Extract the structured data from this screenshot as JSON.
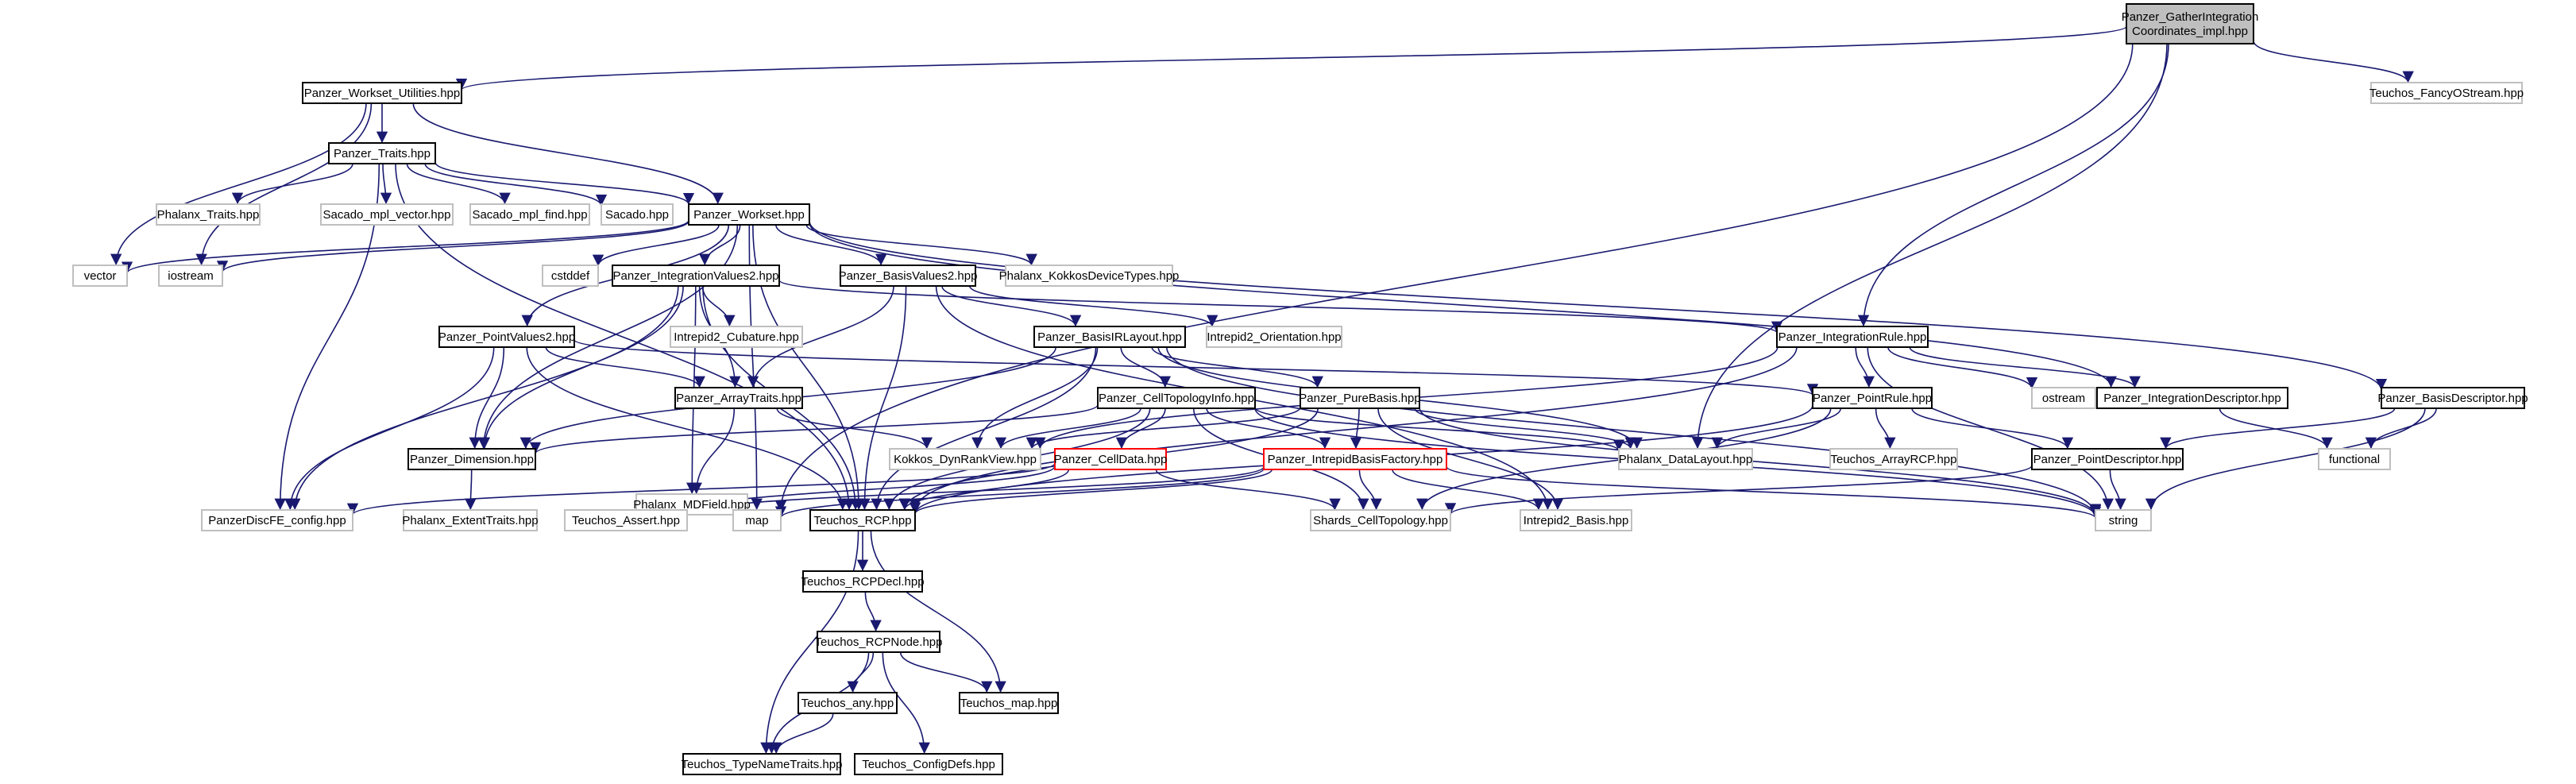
{
  "graph": {
    "type": "include-dependency-graph",
    "colors": {
      "edge": "#191970",
      "documented_border": "#000000",
      "external_border": "#bfbfbf",
      "truncated_border": "#ff0000",
      "root_fill": "#bfbfbf"
    },
    "nodes": {
      "root": {
        "lines": [
          "Panzer_GatherIntegration",
          "Coordinates_impl.hpp"
        ],
        "kind": "root"
      },
      "workset_util": {
        "lines": [
          "Panzer_Workset_Utilities.hpp"
        ],
        "kind": "doc"
      },
      "fancy": {
        "lines": [
          "Teuchos_FancyOStream.hpp"
        ],
        "kind": "ext"
      },
      "traits": {
        "lines": [
          "Panzer_Traits.hpp"
        ],
        "kind": "doc"
      },
      "phalanx_traits": {
        "lines": [
          "Phalanx_Traits.hpp"
        ],
        "kind": "ext"
      },
      "sacado_vec": {
        "lines": [
          "Sacado_mpl_vector.hpp"
        ],
        "kind": "ext"
      },
      "sacado_find": {
        "lines": [
          "Sacado_mpl_find.hpp"
        ],
        "kind": "ext"
      },
      "sacado": {
        "lines": [
          "Sacado.hpp"
        ],
        "kind": "ext"
      },
      "workset": {
        "lines": [
          "Panzer_Workset.hpp"
        ],
        "kind": "doc"
      },
      "vector": {
        "lines": [
          "vector"
        ],
        "kind": "ext"
      },
      "iostream": {
        "lines": [
          "iostream"
        ],
        "kind": "ext"
      },
      "cstddef": {
        "lines": [
          "cstddef"
        ],
        "kind": "ext"
      },
      "intval2": {
        "lines": [
          "Panzer_IntegrationValues2.hpp"
        ],
        "kind": "doc"
      },
      "basisval2": {
        "lines": [
          "Panzer_BasisValues2.hpp"
        ],
        "kind": "doc"
      },
      "kokkos_dev": {
        "lines": [
          "Phalanx_KokkosDeviceTypes.hpp"
        ],
        "kind": "ext"
      },
      "cubature": {
        "lines": [
          "Intrepid2_Cubature.hpp"
        ],
        "kind": "ext"
      },
      "basisir": {
        "lines": [
          "Panzer_BasisIRLayout.hpp"
        ],
        "kind": "doc"
      },
      "orientation": {
        "lines": [
          "Intrepid2_Orientation.hpp"
        ],
        "kind": "ext"
      },
      "intrule": {
        "lines": [
          "Panzer_IntegrationRule.hpp"
        ],
        "kind": "doc"
      },
      "pointval2": {
        "lines": [
          "Panzer_PointValues2.hpp"
        ],
        "kind": "doc"
      },
      "arraytraits": {
        "lines": [
          "Panzer_ArrayTraits.hpp"
        ],
        "kind": "doc"
      },
      "celltopo": {
        "lines": [
          "Panzer_CellTopologyInfo.hpp"
        ],
        "kind": "doc"
      },
      "purebasis": {
        "lines": [
          "Panzer_PureBasis.hpp"
        ],
        "kind": "doc"
      },
      "pointrule": {
        "lines": [
          "Panzer_PointRule.hpp"
        ],
        "kind": "doc"
      },
      "ostream": {
        "lines": [
          "ostream"
        ],
        "kind": "ext"
      },
      "intdesc": {
        "lines": [
          "Panzer_IntegrationDescriptor.hpp"
        ],
        "kind": "doc"
      },
      "basisdesc": {
        "lines": [
          "Panzer_BasisDescriptor.hpp"
        ],
        "kind": "doc"
      },
      "dimension": {
        "lines": [
          "Panzer_Dimension.hpp"
        ],
        "kind": "doc"
      },
      "mdfield": {
        "lines": [
          "Phalanx_MDField.hpp"
        ],
        "kind": "ext"
      },
      "kokkos_view": {
        "lines": [
          "Kokkos_DynRankView.hpp"
        ],
        "kind": "ext"
      },
      "celldata": {
        "lines": [
          "Panzer_CellData.hpp"
        ],
        "kind": "trunc"
      },
      "basisfactory": {
        "lines": [
          "Panzer_IntrepidBasisFactory.hpp"
        ],
        "kind": "trunc"
      },
      "datalayout": {
        "lines": [
          "Phalanx_DataLayout.hpp"
        ],
        "kind": "ext"
      },
      "arrayrcp": {
        "lines": [
          "Teuchos_ArrayRCP.hpp"
        ],
        "kind": "ext"
      },
      "pointdesc": {
        "lines": [
          "Panzer_PointDescriptor.hpp"
        ],
        "kind": "doc"
      },
      "functional": {
        "lines": [
          "functional"
        ],
        "kind": "ext"
      },
      "discfe": {
        "lines": [
          "PanzerDiscFE_config.hpp"
        ],
        "kind": "ext"
      },
      "extent": {
        "lines": [
          "Phalanx_ExtentTraits.hpp"
        ],
        "kind": "ext"
      },
      "assert": {
        "lines": [
          "Teuchos_Assert.hpp"
        ],
        "kind": "ext"
      },
      "map": {
        "lines": [
          "map"
        ],
        "kind": "ext"
      },
      "rcp": {
        "lines": [
          "Teuchos_RCP.hpp"
        ],
        "kind": "doc"
      },
      "shards": {
        "lines": [
          "Shards_CellTopology.hpp"
        ],
        "kind": "ext"
      },
      "intbasis": {
        "lines": [
          "Intrepid2_Basis.hpp"
        ],
        "kind": "ext"
      },
      "string": {
        "lines": [
          "string"
        ],
        "kind": "ext"
      },
      "rcpdecl": {
        "lines": [
          "Teuchos_RCPDecl.hpp"
        ],
        "kind": "doc"
      },
      "rcpnode": {
        "lines": [
          "Teuchos_RCPNode.hpp"
        ],
        "kind": "doc"
      },
      "any": {
        "lines": [
          "Teuchos_any.hpp"
        ],
        "kind": "doc"
      },
      "tmap": {
        "lines": [
          "Teuchos_map.hpp"
        ],
        "kind": "doc"
      },
      "typename": {
        "lines": [
          "Teuchos_TypeNameTraits.hpp"
        ],
        "kind": "doc"
      },
      "configdefs": {
        "lines": [
          "Teuchos_ConfigDefs.hpp"
        ],
        "kind": "doc"
      }
    },
    "edges": [
      [
        "root",
        "workset_util"
      ],
      [
        "root",
        "fancy"
      ],
      [
        "root",
        "intrule"
      ],
      [
        "root",
        "map"
      ],
      [
        "root",
        "datalayout"
      ],
      [
        "workset_util",
        "traits"
      ],
      [
        "workset_util",
        "workset"
      ],
      [
        "workset_util",
        "vector"
      ],
      [
        "workset_util",
        "iostream"
      ],
      [
        "traits",
        "phalanx_traits"
      ],
      [
        "traits",
        "sacado_vec"
      ],
      [
        "traits",
        "sacado_find"
      ],
      [
        "traits",
        "sacado"
      ],
      [
        "traits",
        "workset"
      ],
      [
        "traits",
        "discfe"
      ],
      [
        "traits",
        "rcp"
      ],
      [
        "workset",
        "vector"
      ],
      [
        "workset",
        "iostream"
      ],
      [
        "workset",
        "cstddef"
      ],
      [
        "workset",
        "intval2"
      ],
      [
        "workset",
        "basisval2"
      ],
      [
        "workset",
        "kokkos_dev"
      ],
      [
        "workset",
        "pointval2"
      ],
      [
        "workset",
        "dimension"
      ],
      [
        "workset",
        "intdesc"
      ],
      [
        "workset",
        "basisdesc"
      ],
      [
        "workset",
        "map"
      ],
      [
        "workset",
        "rcp"
      ],
      [
        "intval2",
        "cubature"
      ],
      [
        "intval2",
        "arraytraits"
      ],
      [
        "intval2",
        "dimension"
      ],
      [
        "intval2",
        "mdfield"
      ],
      [
        "intval2",
        "intrule"
      ],
      [
        "intval2",
        "discfe"
      ],
      [
        "intval2",
        "rcp"
      ],
      [
        "basisval2",
        "basisir"
      ],
      [
        "basisval2",
        "orientation"
      ],
      [
        "basisval2",
        "arraytraits"
      ],
      [
        "basisval2",
        "rcp"
      ],
      [
        "basisval2",
        "intbasis"
      ],
      [
        "basisir",
        "celltopo"
      ],
      [
        "basisir",
        "purebasis"
      ],
      [
        "basisir",
        "kokkos_view"
      ],
      [
        "basisir",
        "datalayout"
      ],
      [
        "basisir",
        "dimension"
      ],
      [
        "basisir",
        "rcp"
      ],
      [
        "basisir",
        "string"
      ],
      [
        "intrule",
        "pointrule"
      ],
      [
        "intrule",
        "ostream"
      ],
      [
        "intrule",
        "intdesc"
      ],
      [
        "intrule",
        "kokkos_view"
      ],
      [
        "intrule",
        "rcp"
      ],
      [
        "intrule",
        "string"
      ],
      [
        "pointval2",
        "arraytraits"
      ],
      [
        "pointval2",
        "dimension"
      ],
      [
        "pointval2",
        "pointrule"
      ],
      [
        "pointval2",
        "discfe"
      ],
      [
        "pointval2",
        "rcp"
      ],
      [
        "arraytraits",
        "mdfield"
      ],
      [
        "arraytraits",
        "kokkos_view"
      ],
      [
        "celltopo",
        "celldata"
      ],
      [
        "celltopo",
        "basisfactory"
      ],
      [
        "celltopo",
        "kokkos_view"
      ],
      [
        "celltopo",
        "datalayout"
      ],
      [
        "celltopo",
        "dimension"
      ],
      [
        "celltopo",
        "rcp"
      ],
      [
        "celltopo",
        "shards"
      ],
      [
        "celltopo",
        "string"
      ],
      [
        "purebasis",
        "basisfactory"
      ],
      [
        "purebasis",
        "datalayout"
      ],
      [
        "purebasis",
        "kokkos_view"
      ],
      [
        "purebasis",
        "intbasis"
      ],
      [
        "purebasis",
        "rcp"
      ],
      [
        "purebasis",
        "string"
      ],
      [
        "pointrule",
        "datalayout"
      ],
      [
        "pointrule",
        "arrayrcp"
      ],
      [
        "pointrule",
        "pointdesc"
      ],
      [
        "pointrule",
        "shards"
      ],
      [
        "pointrule",
        "rcp"
      ],
      [
        "intdesc",
        "functional"
      ],
      [
        "basisdesc",
        "pointdesc"
      ],
      [
        "basisdesc",
        "functional"
      ],
      [
        "basisdesc",
        "string"
      ],
      [
        "dimension",
        "extent"
      ],
      [
        "celldata",
        "discfe"
      ],
      [
        "celldata",
        "assert"
      ],
      [
        "celldata",
        "shards"
      ],
      [
        "celldata",
        "rcp"
      ],
      [
        "basisfactory",
        "map"
      ],
      [
        "basisfactory",
        "assert"
      ],
      [
        "basisfactory",
        "shards"
      ],
      [
        "basisfactory",
        "intbasis"
      ],
      [
        "basisfactory",
        "string"
      ],
      [
        "basisfactory",
        "rcp"
      ],
      [
        "pointdesc",
        "string"
      ],
      [
        "pointdesc",
        "shards"
      ],
      [
        "rcp",
        "rcpdecl"
      ],
      [
        "rcp",
        "tmap"
      ],
      [
        "rcp",
        "typename"
      ],
      [
        "rcpdecl",
        "rcpnode"
      ],
      [
        "rcpnode",
        "any"
      ],
      [
        "rcpnode",
        "tmap"
      ],
      [
        "rcpnode",
        "typename"
      ],
      [
        "rcpnode",
        "configdefs"
      ],
      [
        "any",
        "typename"
      ]
    ]
  }
}
